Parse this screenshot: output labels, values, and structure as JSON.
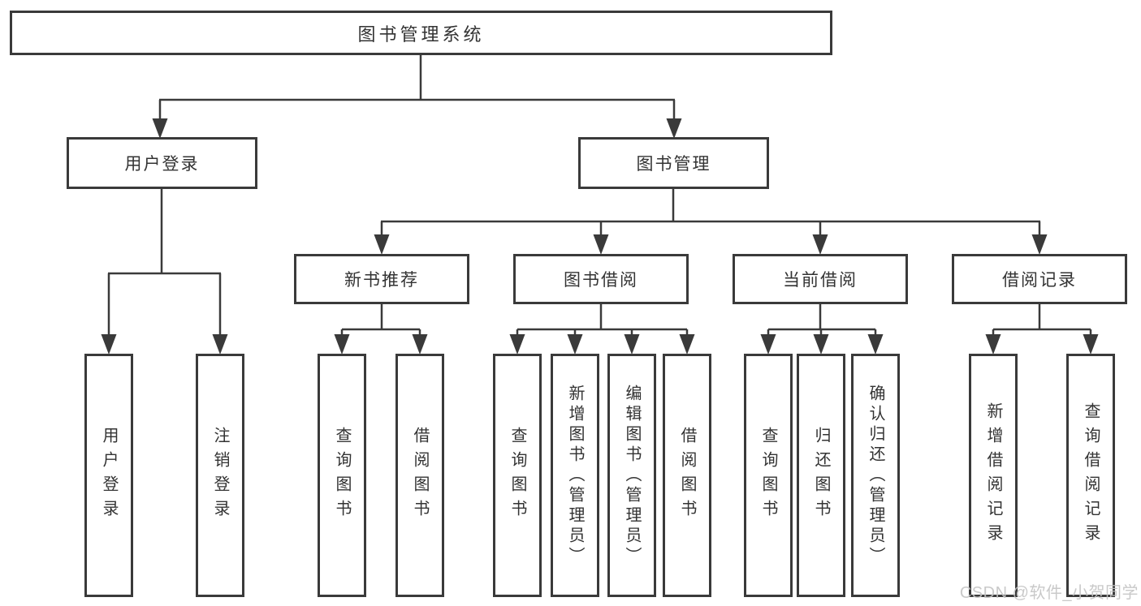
{
  "tree": {
    "root": {
      "label": "图书管理系统"
    },
    "login": {
      "label": "用户登录",
      "leaves": [
        {
          "label": "用户登录"
        },
        {
          "label": "注销登录"
        }
      ]
    },
    "mgmt": {
      "label": "图书管理",
      "children": [
        {
          "label": "新书推荐",
          "leaves": [
            {
              "label": "查询图书"
            },
            {
              "label": "借阅图书"
            }
          ]
        },
        {
          "label": "图书借阅",
          "leaves": [
            {
              "label": "查询图书"
            },
            {
              "label": "新增图书（管理员）"
            },
            {
              "label": "编辑图书（管理员）"
            },
            {
              "label": "借阅图书"
            }
          ]
        },
        {
          "label": "当前借阅",
          "leaves": [
            {
              "label": "查询图书"
            },
            {
              "label": "归还图书"
            },
            {
              "label": "确认归还（管理员）"
            }
          ]
        },
        {
          "label": "借阅记录",
          "leaves": [
            {
              "label": "新增借阅记录"
            },
            {
              "label": "查询借阅记录"
            }
          ]
        }
      ]
    }
  },
  "watermark": "CSDN @软件_小贺同学",
  "colors": {
    "line": "#3a3a3a",
    "box_border": "#3a3a3a",
    "text": "#333333",
    "watermark": "#c4c4c4",
    "background": "#ffffff"
  }
}
